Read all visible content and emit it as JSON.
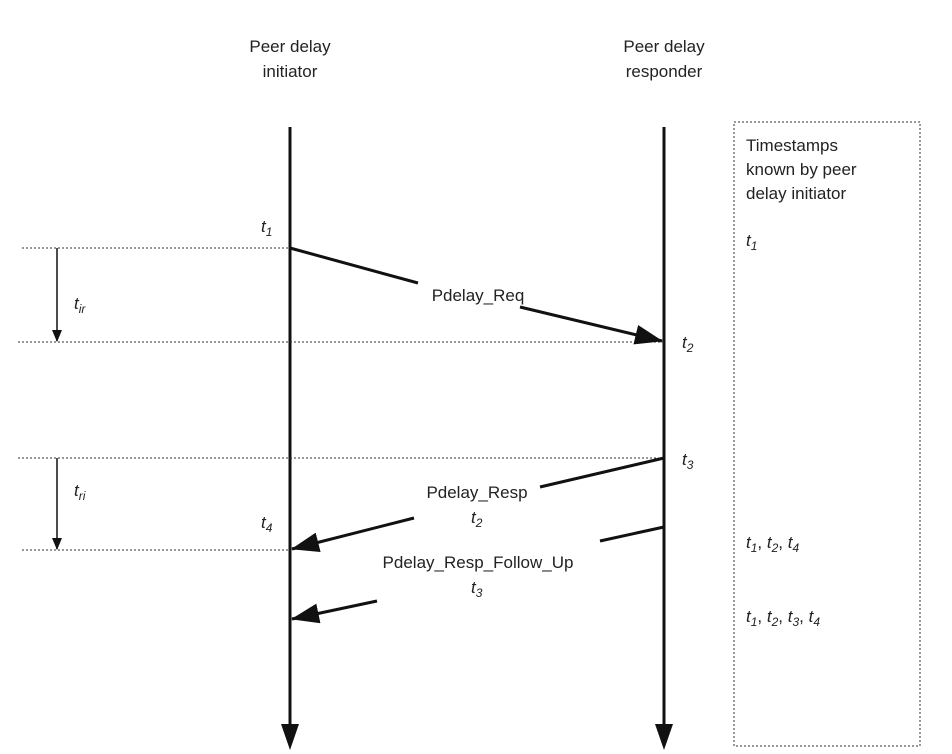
{
  "initiator": {
    "label_line1": "Peer delay",
    "label_line2": "initiator"
  },
  "responder": {
    "label_line1": "Peer delay",
    "label_line2": "responder"
  },
  "timestamps_box": {
    "title_line1": "Timestamps",
    "title_line2": "known by peer",
    "title_line3": "delay initiator"
  },
  "timestamp_symbol": "t",
  "subscripts": {
    "one": "1",
    "two": "2",
    "three": "3",
    "four": "4",
    "ir": "ir",
    "ri": "ri"
  },
  "separator": ", ",
  "messages": {
    "pdelay_req": "Pdelay_Req",
    "pdelay_resp": "Pdelay_Resp",
    "pdelay_resp_follow_up": "Pdelay_Resp_Follow_Up"
  },
  "colors": {
    "line": "#111111",
    "text": "#222222"
  }
}
